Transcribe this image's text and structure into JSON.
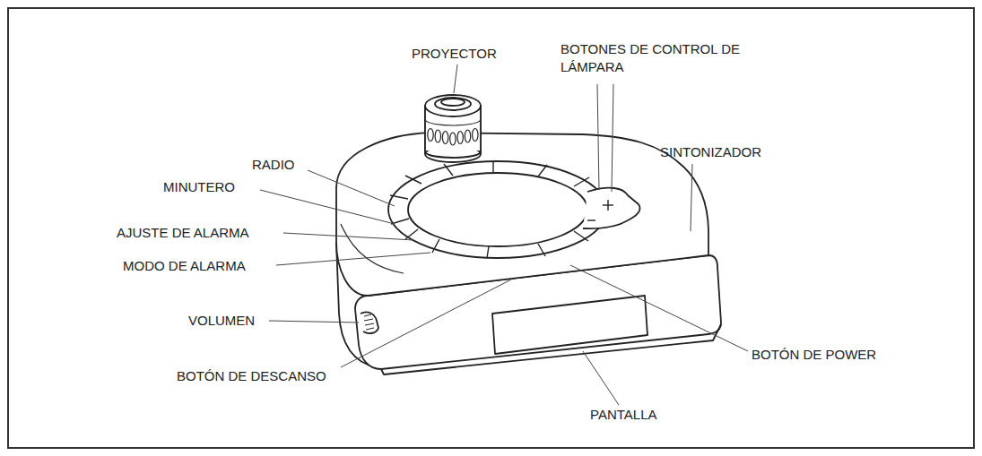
{
  "diagram": {
    "labels": [
      "PROYECTOR",
      "BOTONES DE CONTROL DE LÁMPARA",
      "SINTONIZADOR",
      "RADIO",
      "MINUTERO",
      "AJUSTE DE ALARMA",
      "MODO DE ALARMA",
      "VOLUMEN",
      "BOTÓN DE DESCANSO",
      "BOTÓN DE POWER",
      "PANTALLA"
    ]
  }
}
